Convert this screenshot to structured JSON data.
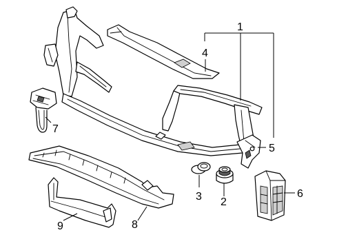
{
  "callouts": {
    "c1": "1",
    "c2": "2",
    "c3": "3",
    "c4": "4",
    "c5": "5",
    "c6": "6",
    "c7": "7",
    "c8": "8",
    "c9": "9"
  },
  "colors": {
    "line": "#000000",
    "background": "#ffffff",
    "shade": "#cfcfcf"
  }
}
